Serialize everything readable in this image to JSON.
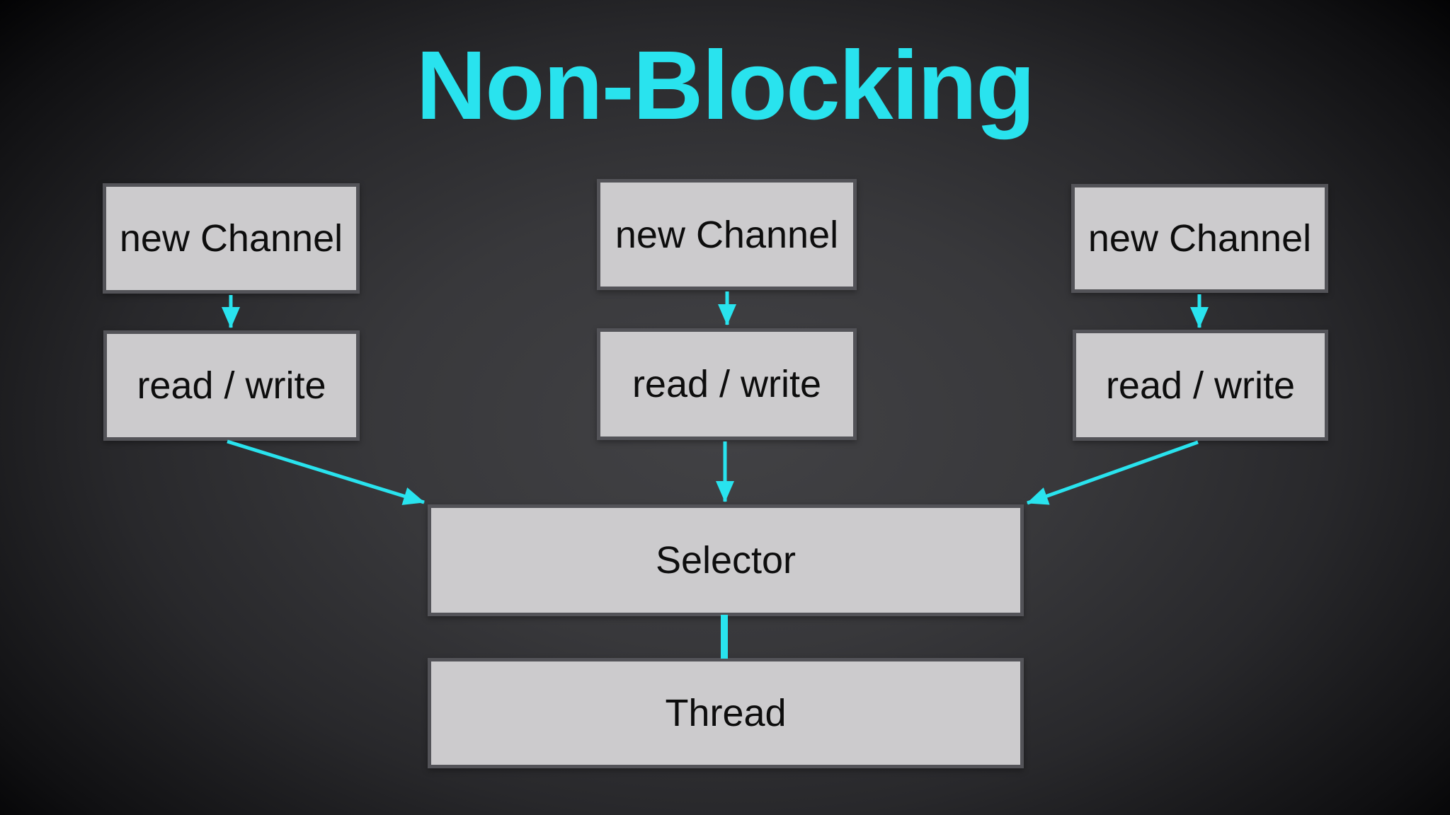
{
  "title": "Non-Blocking",
  "colors": {
    "accent": "#29e3ee",
    "box_fill": "#cccbcd",
    "box_border": "#535358",
    "box_text": "#0d0d0d",
    "background_center": "#424245",
    "background_edge": "#020203"
  },
  "diagram": {
    "nodes": [
      {
        "id": "new-channel-left",
        "label": "new Channel"
      },
      {
        "id": "read-write-left",
        "label": "read / write"
      },
      {
        "id": "new-channel-middle",
        "label": "new Channel"
      },
      {
        "id": "read-write-middle",
        "label": "read / write"
      },
      {
        "id": "new-channel-right",
        "label": "new Channel"
      },
      {
        "id": "read-write-right",
        "label": "read / write"
      },
      {
        "id": "selector",
        "label": "Selector"
      },
      {
        "id": "thread",
        "label": "Thread"
      }
    ],
    "edges": [
      {
        "from": "new-channel-left",
        "to": "read-write-left",
        "arrowhead": true
      },
      {
        "from": "new-channel-middle",
        "to": "read-write-middle",
        "arrowhead": true
      },
      {
        "from": "new-channel-right",
        "to": "read-write-right",
        "arrowhead": true
      },
      {
        "from": "read-write-left",
        "to": "selector",
        "arrowhead": true
      },
      {
        "from": "read-write-middle",
        "to": "selector",
        "arrowhead": true
      },
      {
        "from": "read-write-right",
        "to": "selector",
        "arrowhead": true
      },
      {
        "from": "selector",
        "to": "thread",
        "arrowhead": false
      }
    ]
  }
}
